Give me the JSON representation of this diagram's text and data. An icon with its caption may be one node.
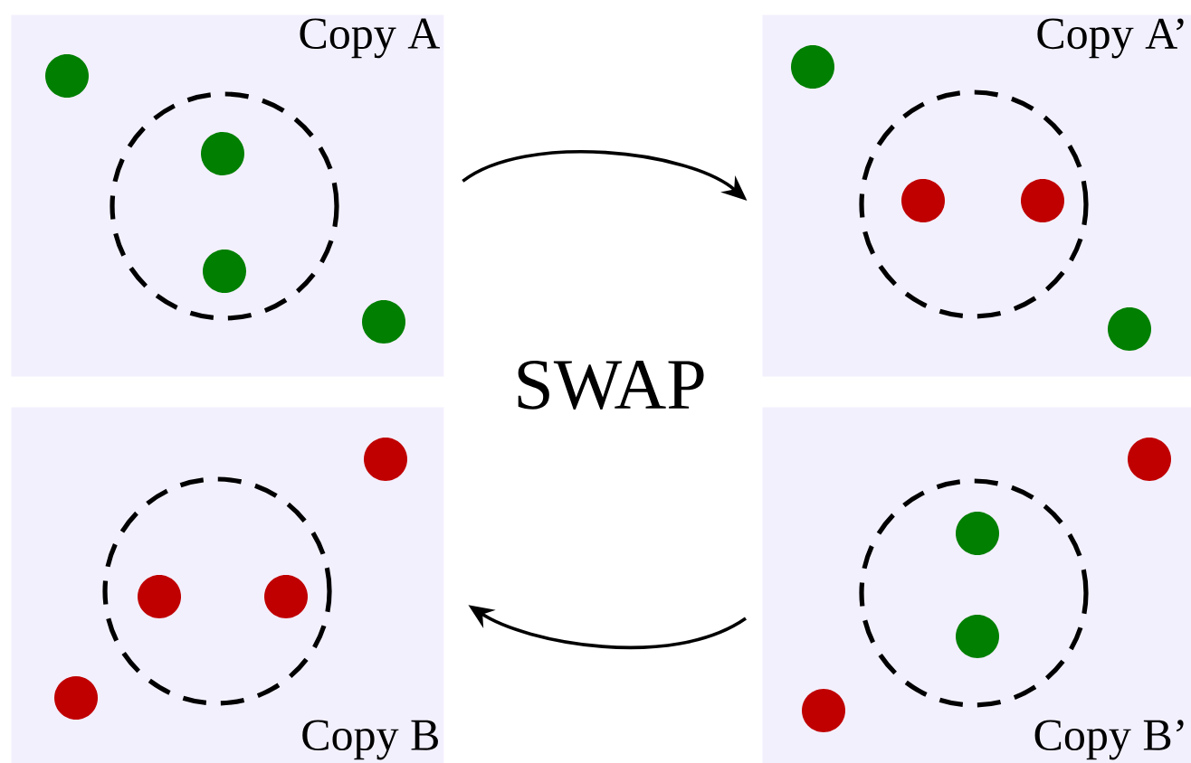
{
  "diagram": {
    "nodes": [
      {
        "text": [
          "Copy A"
        ]
      },
      {
        "text": [
          "Copy A’"
        ]
      },
      {
        "text": [
          "Copy B"
        ]
      },
      {
        "text": [
          "Copy B’"
        ]
      }
    ],
    "edges": [
      {
        "from": 0,
        "to": 1,
        "arrow": "to"
      },
      {
        "from": 3,
        "to": 2,
        "arrow": "to"
      }
    ],
    "labels": [
      "SWAP"
    ]
  }
}
